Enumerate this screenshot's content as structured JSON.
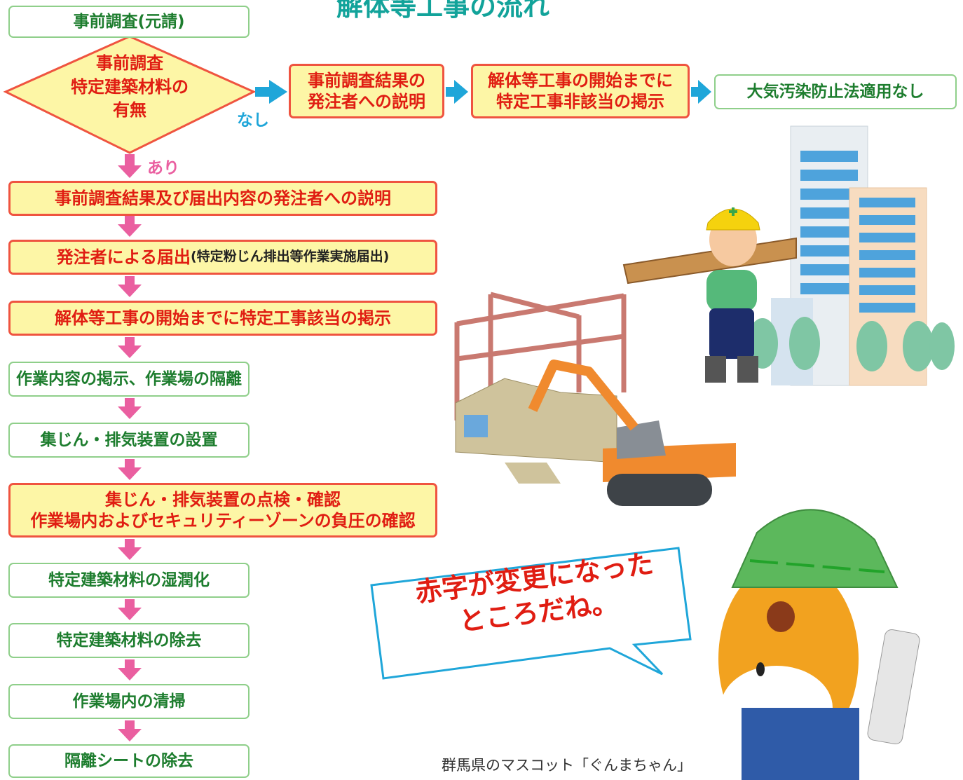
{
  "title": "解体等工事の流れ",
  "flow": {
    "step_start": "事前調査(元請)",
    "decision": [
      "事前調査",
      "特定建築材料の",
      "有無"
    ],
    "branch_none_label": "なし",
    "branch_yes_label": "あり",
    "none_step_1": [
      "事前調査結果の",
      "発注者への説明"
    ],
    "none_step_2": [
      "解体等工事の開始までに",
      "特定工事非該当の掲示"
    ],
    "none_end": "大気汚染防止法適用なし",
    "step_explain": "事前調査結果及び届出内容の発注者への説明",
    "step_notify_main": "発注者による届出",
    "step_notify_sub": "(特定粉じん排出等作業実施届出)",
    "step_post": "解体等工事の開始までに特定工事該当の掲示",
    "step_isolate": "作業内容の掲示、作業場の隔離",
    "step_install": "集じん・排気装置の設置",
    "step_inspect": [
      "集じん・排気装置の点検・確認",
      "作業場内およびセキュリティーゾーンの負圧の確認"
    ],
    "step_wet": "特定建築材料の湿潤化",
    "step_remove": "特定建築材料の除去",
    "step_clean": "作業場内の清掃",
    "step_sheet": "隔離シートの除去"
  },
  "bubble": [
    "赤字が変更になった",
    "ところだね。"
  ],
  "caption": "群馬県のマスコット「ぐんまちゃん」",
  "colors": {
    "red_text": "#e01d12",
    "green_text": "#1d7d2e",
    "highlight_fill": "#fdf6a6",
    "arrow_pink": "#ea5fa0",
    "arrow_blue": "#1fa6d9",
    "title": "#12a39a"
  }
}
